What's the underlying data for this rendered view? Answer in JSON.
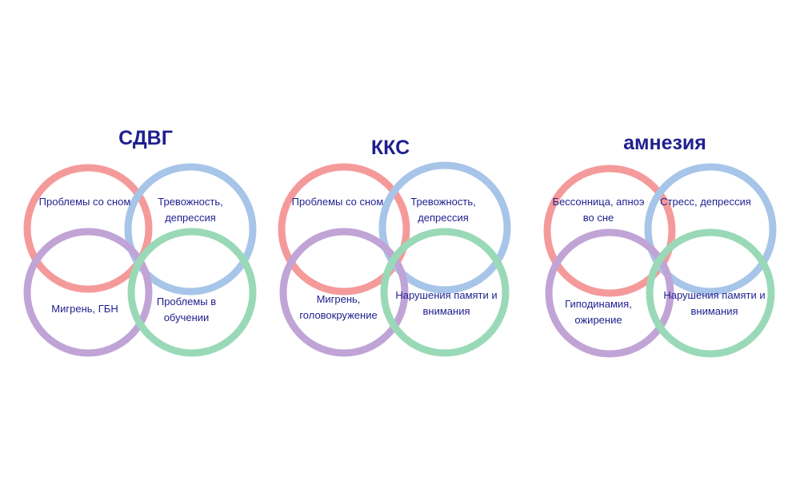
{
  "colors": {
    "red": "#f59a9a",
    "blue": "#a7c5e8",
    "purple": "#c1a4d6",
    "green": "#9ad9b7",
    "text": "#1f1f8f"
  },
  "groups": [
    {
      "title": "СДВГ",
      "circles": [
        {
          "color": "red",
          "label": "Проблемы со сном"
        },
        {
          "color": "blue",
          "label": "Тревожность, депрессия"
        },
        {
          "color": "purple",
          "label": "Мигрень, ГБН"
        },
        {
          "color": "green",
          "label": "Проблемы в обучении"
        }
      ]
    },
    {
      "title": "ККС",
      "circles": [
        {
          "color": "red",
          "label": "Проблемы со сном"
        },
        {
          "color": "blue",
          "label": "Тревожность, депрессия"
        },
        {
          "color": "purple",
          "label": "Мигрень, головокружение"
        },
        {
          "color": "green",
          "label": "Нарушения памяти и внимания"
        }
      ]
    },
    {
      "title": "амнезия",
      "circles": [
        {
          "color": "red",
          "label": "Бессонница, апноэ во сне"
        },
        {
          "color": "blue",
          "label": "Стресс, депрессия"
        },
        {
          "color": "purple",
          "label": "Гиподинамия, ожирение"
        },
        {
          "color": "green",
          "label": "Нарушения памяти и внимания"
        }
      ]
    }
  ]
}
